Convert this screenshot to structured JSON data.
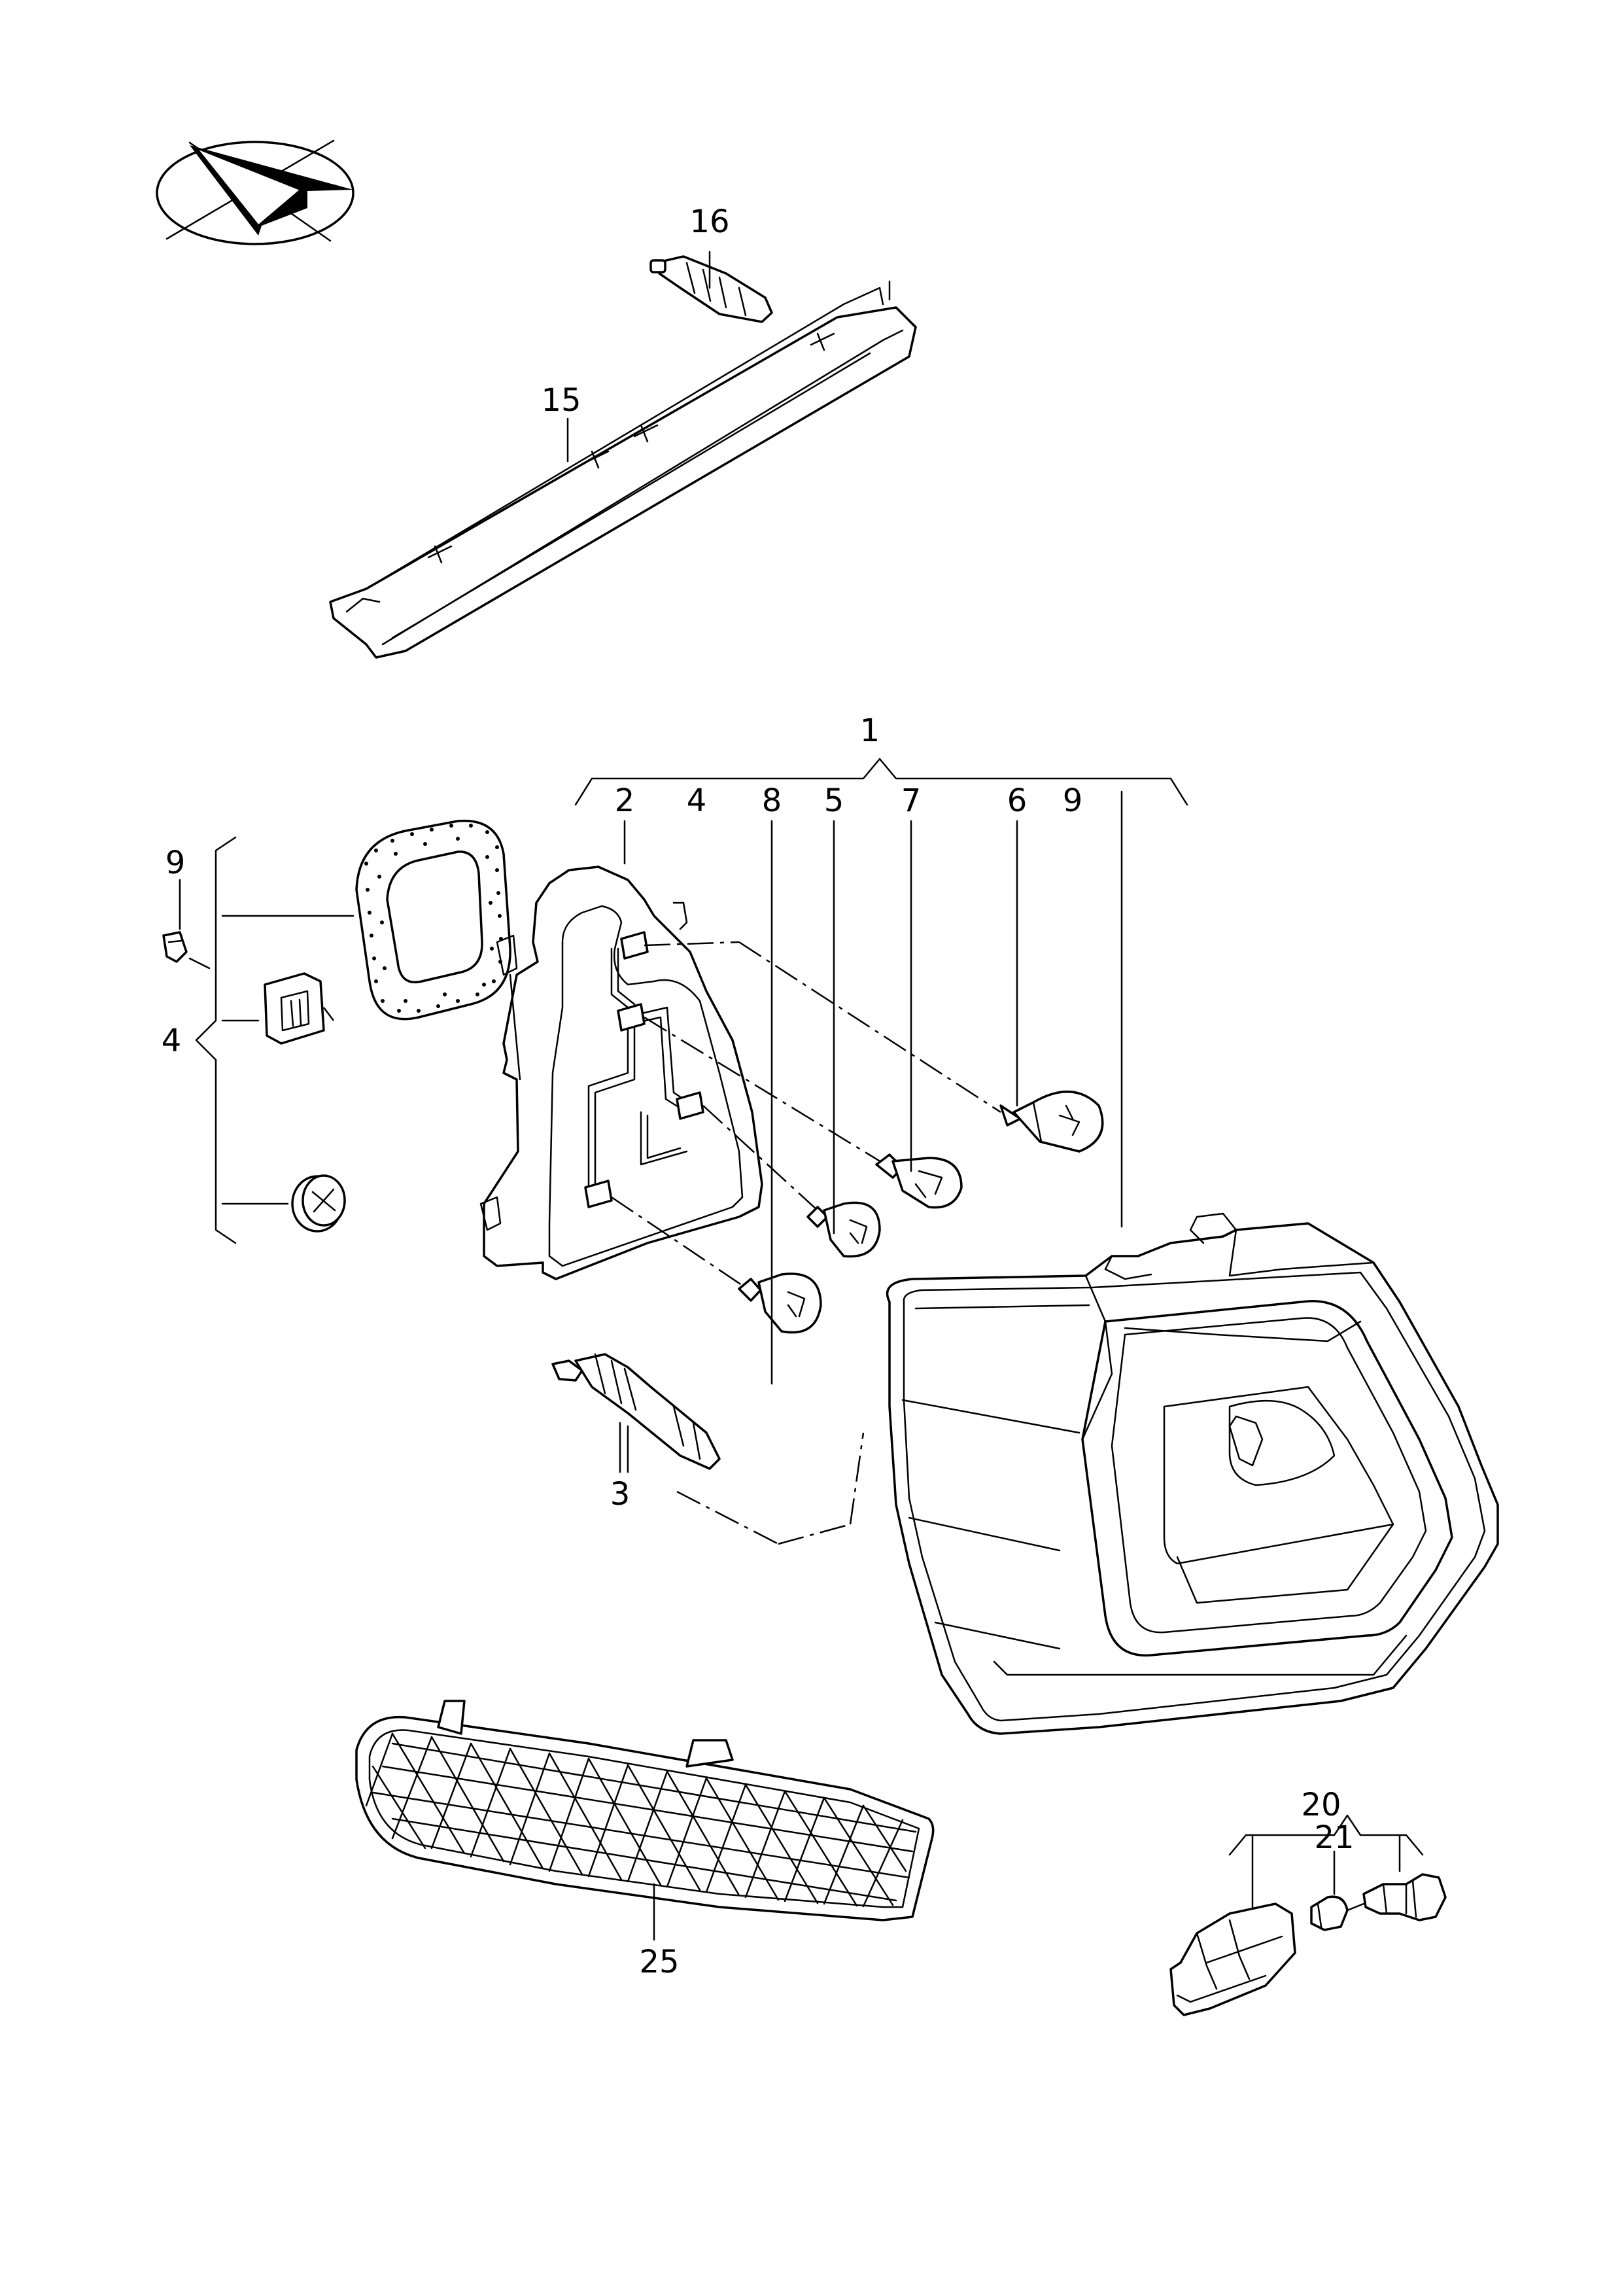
{
  "callouts": {
    "c1": "1",
    "c2": "2",
    "c3": "3",
    "c4_top": "4",
    "c4_left": "4",
    "c5": "5",
    "c6": "6",
    "c7": "7",
    "c8": "8",
    "c9_top": "9",
    "c9_left": "9",
    "c15": "15",
    "c16": "16",
    "c20": "20",
    "c21": "21",
    "c25": "25"
  }
}
